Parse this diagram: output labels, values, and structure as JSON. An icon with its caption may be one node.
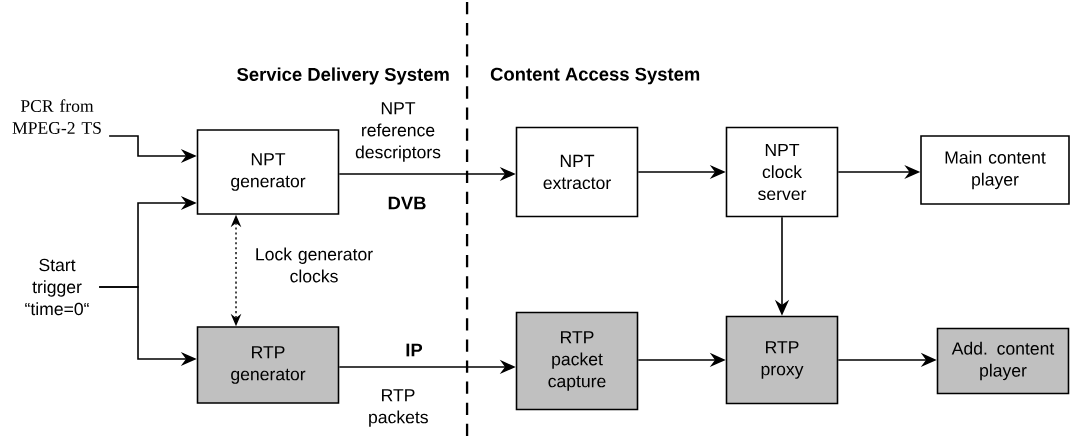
{
  "diagram": {
    "nodes": [
      {
        "text": [
          "PCR from MPEG-2 TS"
        ]
      },
      {
        "text": [
          "Start trigger “time=0“"
        ]
      },
      {
        "text": [
          "NPT generator"
        ]
      },
      {
        "text": [
          "RTP generator"
        ]
      },
      {
        "text": [
          "NPT extractor"
        ]
      },
      {
        "text": [
          "NPT clock server"
        ]
      },
      {
        "text": [
          "Main content player"
        ]
      },
      {
        "text": [
          "RTP packet capture"
        ]
      },
      {
        "text": [
          "RTP proxy"
        ]
      },
      {
        "text": [
          "Add. content player"
        ]
      }
    ],
    "edges": [
      {
        "from": 0,
        "to": 2,
        "arrow": "to"
      },
      {
        "from": 1,
        "to": 2,
        "arrow": "to"
      },
      {
        "from": 1,
        "to": 3,
        "arrow": "to"
      },
      {
        "from": 2,
        "to": 3,
        "arrow": "both",
        "style": "dashed",
        "label": "Lock generator clocks"
      },
      {
        "from": 2,
        "to": 4,
        "arrow": "to",
        "label": "NPT reference descriptors"
      },
      {
        "from": 3,
        "to": 7,
        "arrow": "to",
        "label": "RTP packets"
      },
      {
        "from": 4,
        "to": 5,
        "arrow": "to"
      },
      {
        "from": 5,
        "to": 6,
        "arrow": "to"
      },
      {
        "from": 5,
        "to": 8,
        "arrow": "to"
      },
      {
        "from": 7,
        "to": 8,
        "arrow": "to"
      },
      {
        "from": 8,
        "to": 9,
        "arrow": "to"
      }
    ],
    "labels": [
      "Service Delivery System",
      "Content Access System",
      "DVB",
      "IP"
    ]
  }
}
